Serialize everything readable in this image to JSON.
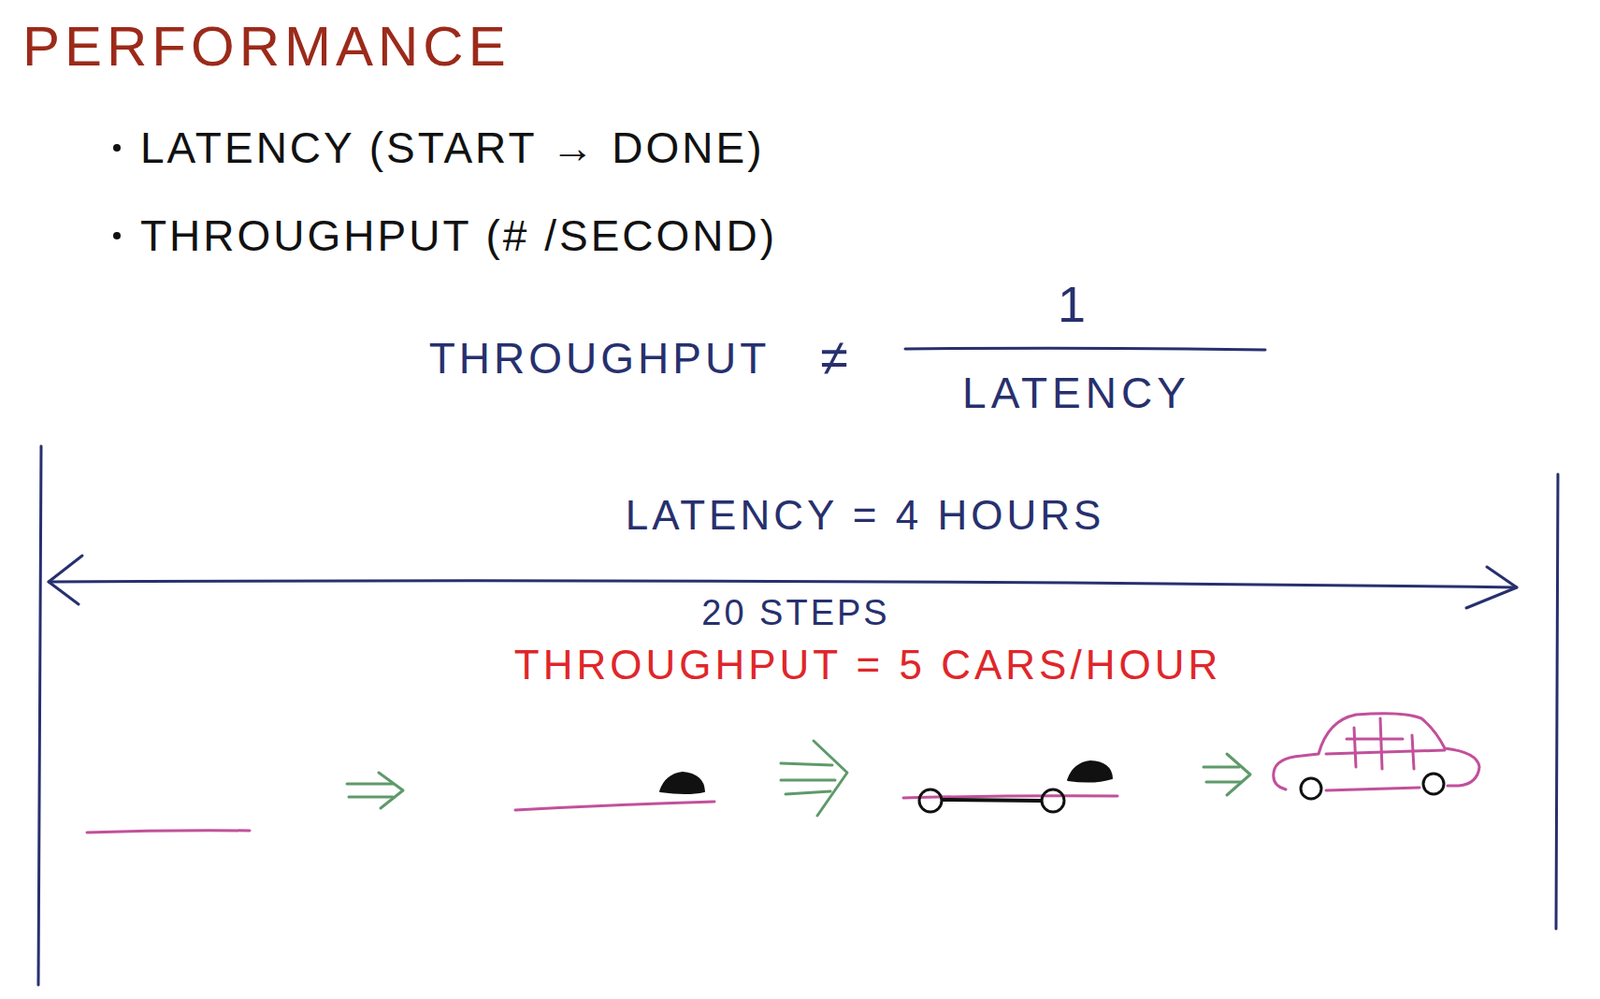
{
  "diagram": {
    "title": "PERFORMANCE",
    "labels": [
      "LATENCY (START → DONE)",
      "THROUGHPUT (# /SECOND)",
      "THROUGHPUT",
      "≠",
      "1",
      "LATENCY",
      "LATENCY = 4 HOURS",
      "20 STEPS",
      "THROUGHPUT = 5 CARS/HOUR"
    ]
  }
}
